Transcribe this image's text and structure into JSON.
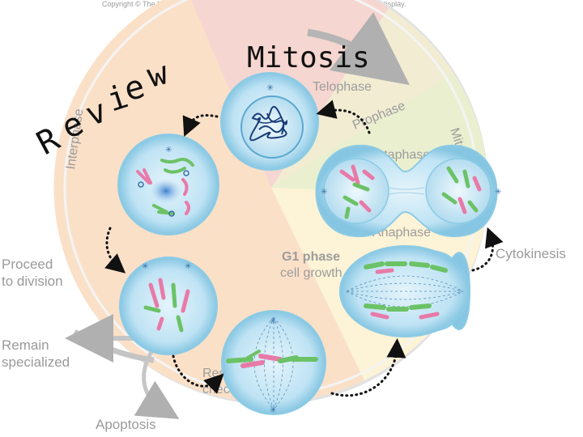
{
  "slide": {
    "title": "Mitosis",
    "watermark": "Review"
  },
  "copyright": "Copyright © The McGraw-Hill Companies, Inc. Permission required for reproduction or display.",
  "cycle_wheel": {
    "interphase_label": "Interphase",
    "g1_label": "G1 phase",
    "g1_sub_label": "cell growth",
    "m_label": "Mitotic",
    "prophase_fragment": "Prophase",
    "metaphase_fragment": "Metaphase",
    "anaphase_fragment": "Anaphase",
    "telophase_fragment": "Telophase",
    "restriction_fragment_1": "Restriction",
    "restriction_fragment_2": "checkpoint"
  },
  "side_labels": {
    "proceed": [
      "Proceed",
      "to division"
    ],
    "remain": [
      "Remain",
      "specialized"
    ],
    "apoptosis": "Apoptosis",
    "cytokinesis": "Cytokinesis"
  },
  "colors": {
    "cell_fill": "#bfe3f4",
    "cell_edge": "#7cc0de",
    "chromosome_pink": "#e87aa8",
    "chromosome_green": "#6cc266",
    "interphase_sector": "#fbe0c8",
    "g1_sector": "#fdf3d6",
    "mitotic_sector": "#eaf0cf",
    "arrow": "#111111"
  }
}
